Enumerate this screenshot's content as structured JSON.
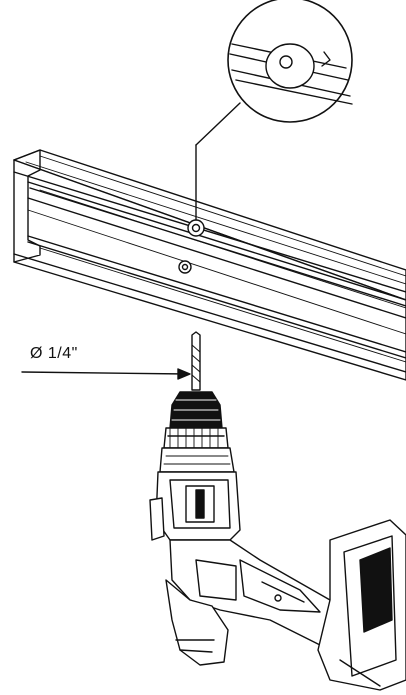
{
  "diagram": {
    "drill_diameter_label": "Ø 1/4\"",
    "line_color": "#111111",
    "fill_color": "#ffffff",
    "icons": [
      "aluminum-rail",
      "magnified-detail-callout",
      "cordless-drill",
      "drill-bit"
    ]
  }
}
